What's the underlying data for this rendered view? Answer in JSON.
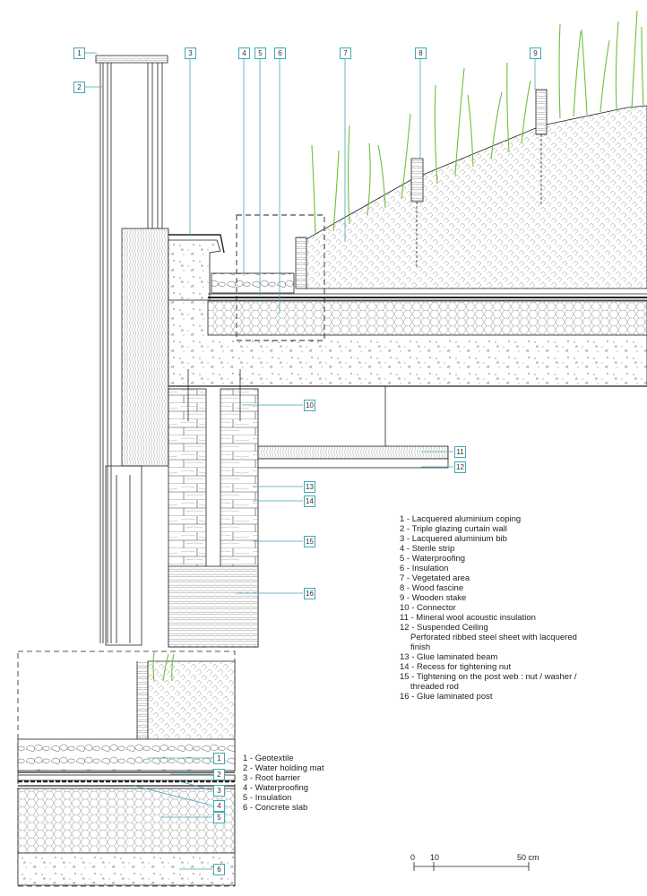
{
  "main_legend": [
    {
      "num": "1",
      "text": "1 - Lacquered aluminium coping"
    },
    {
      "num": "2",
      "text": "2 - Triple glazing curtain wall"
    },
    {
      "num": "3",
      "text": "3 - Lacquered aluminium bib"
    },
    {
      "num": "4",
      "text": "4 - Sterile strip"
    },
    {
      "num": "5",
      "text": "5 - Waterproofing"
    },
    {
      "num": "6",
      "text": "6 - Insulation"
    },
    {
      "num": "7",
      "text": "7 - Vegetated area"
    },
    {
      "num": "8",
      "text": "8 - Wood fascine"
    },
    {
      "num": "9",
      "text": "9 - Wooden stake"
    },
    {
      "num": "10",
      "text": "10 - Connector"
    },
    {
      "num": "11",
      "text": "11 - Mineral wool acoustic insulation"
    },
    {
      "num": "12",
      "text": "12 - Suspended Ceiling",
      "sub": [
        "Perforated ribbed steel sheet with lacquered",
        "finish"
      ]
    },
    {
      "num": "13",
      "text": "13 - Glue laminated beam"
    },
    {
      "num": "14",
      "text": "14 - Recess for tightening nut"
    },
    {
      "num": "15",
      "text": "15 - Tightening on the post web : nut / washer /",
      "sub": [
        "threaded rod"
      ]
    },
    {
      "num": "16",
      "text": "16 - Glue laminated post"
    }
  ],
  "detail_legend": [
    {
      "num": "1",
      "text": "1 - Geotextile"
    },
    {
      "num": "2",
      "text": "2 - Water holding mat"
    },
    {
      "num": "3",
      "text": "3 - Root barrier"
    },
    {
      "num": "4",
      "text": "4 - Waterproofing"
    },
    {
      "num": "5",
      "text": "5 - Insulation"
    },
    {
      "num": "6",
      "text": "6 - Concrete slab"
    }
  ],
  "tags_top": [
    "1",
    "2",
    "3",
    "4",
    "5",
    "6",
    "7",
    "8",
    "9"
  ],
  "tags_right": [
    "10",
    "11",
    "12",
    "13",
    "14",
    "15",
    "16"
  ],
  "tags_detail": [
    "1",
    "2",
    "3",
    "4",
    "5",
    "6"
  ],
  "scale_bar": {
    "labels": [
      "0",
      "10",
      "50 cm"
    ]
  },
  "colors": {
    "leader": "#3fa9b5",
    "grass": "#6fbf3a",
    "line": "#222222"
  }
}
